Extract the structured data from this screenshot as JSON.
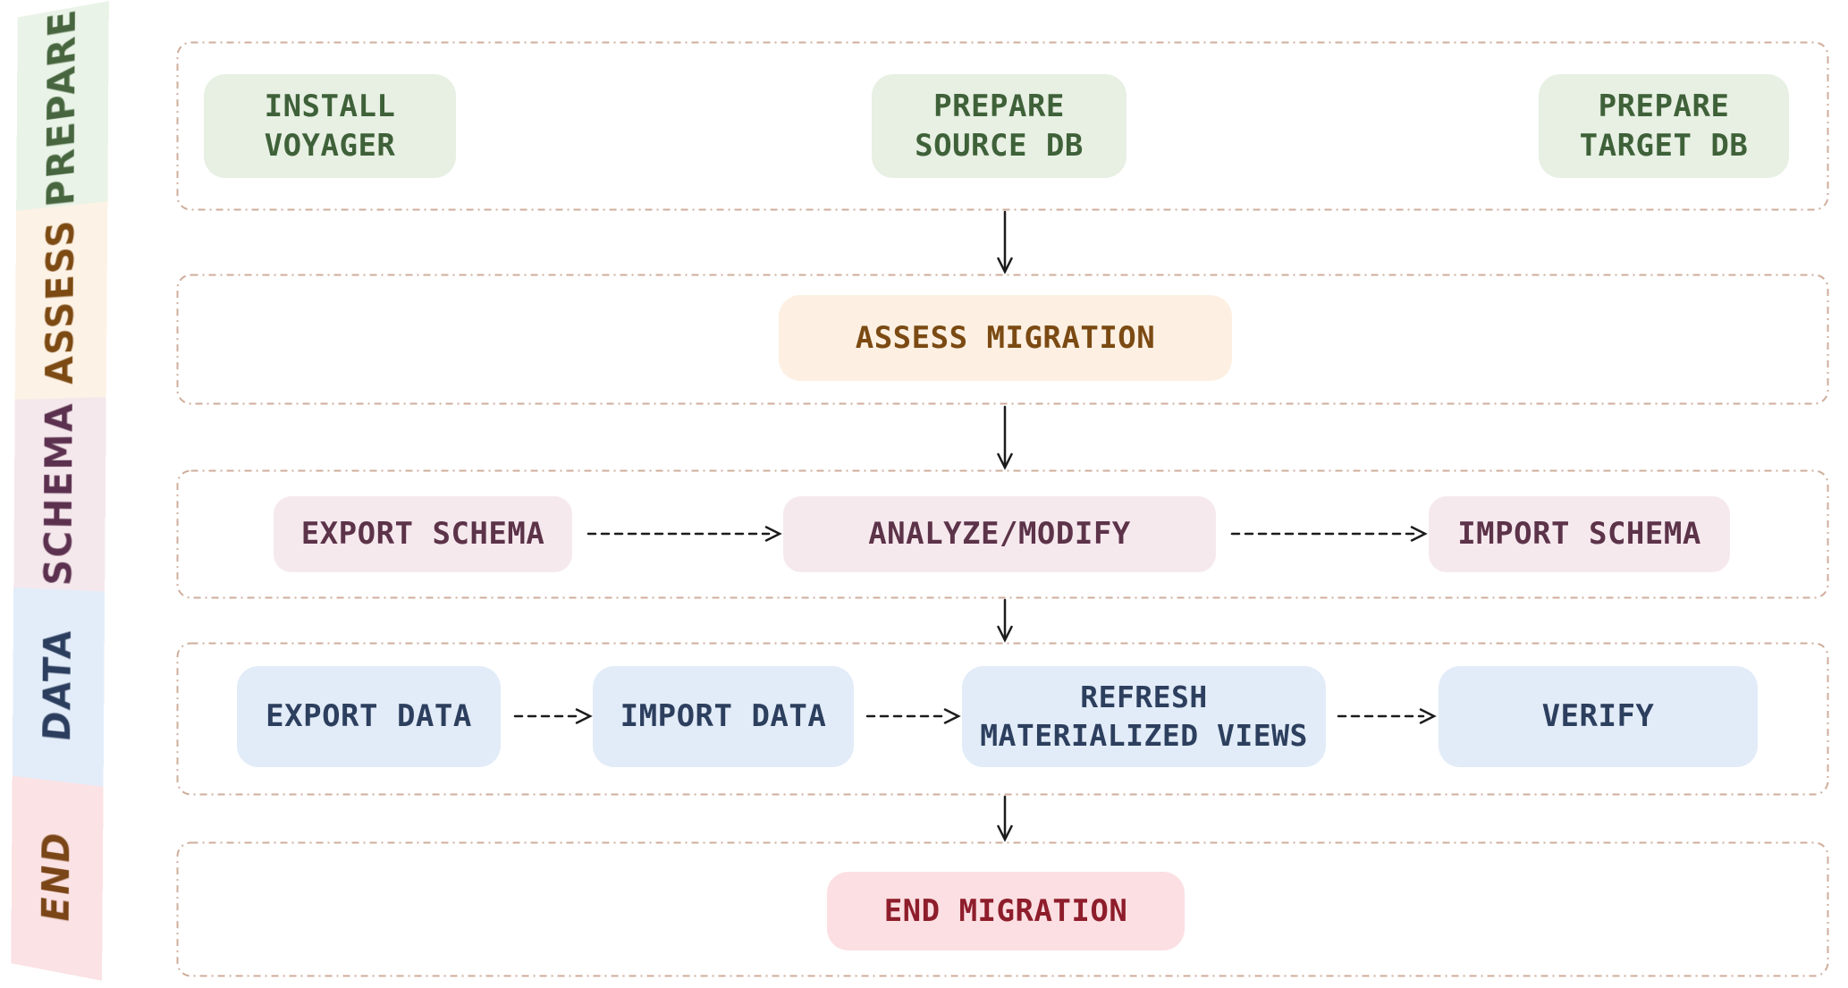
{
  "palette": {
    "canvas_bg": "#ffffff",
    "frame_border": "#cfae9c",
    "arrow": "#1b1b1b"
  },
  "sidebar": {
    "stages": [
      {
        "id": "prepare",
        "label": "PREPARE",
        "band_bg": "#eaf3e7",
        "text_color": "#47663f"
      },
      {
        "id": "assess",
        "label": "ASSESS",
        "band_bg": "#fdf2e6",
        "text_color": "#7c4a12"
      },
      {
        "id": "schema",
        "label": "SCHEMA",
        "band_bg": "#f5e8ec",
        "text_color": "#5c314f"
      },
      {
        "id": "data",
        "label": "DATA",
        "band_bg": "#e3edf9",
        "text_color": "#2c3e5e"
      },
      {
        "id": "end",
        "label": "END",
        "band_bg": "#fbe2e4",
        "text_color": "#7a4517"
      }
    ]
  },
  "rows": [
    {
      "stage": "PREPARE",
      "boxes": [
        {
          "id": "install-voyager",
          "label": "INSTALL\nVOYAGER",
          "bg": "#e7f0e3",
          "color": "#3f6139"
        },
        {
          "id": "prepare-source-db",
          "label": "PREPARE\nSOURCE DB",
          "bg": "#e7f0e3",
          "color": "#3f6139"
        },
        {
          "id": "prepare-target-db",
          "label": "PREPARE\nTARGET DB",
          "bg": "#e7f0e3",
          "color": "#3f6139"
        }
      ]
    },
    {
      "stage": "ASSESS",
      "boxes": [
        {
          "id": "assess-migration",
          "label": "ASSESS MIGRATION",
          "bg": "#fdf0e2",
          "color": "#7b4a13"
        }
      ]
    },
    {
      "stage": "SCHEMA",
      "boxes": [
        {
          "id": "export-schema",
          "label": "EXPORT SCHEMA",
          "bg": "#f6e9ee",
          "color": "#5c3349"
        },
        {
          "id": "analyze-modify",
          "label": "ANALYZE/MODIFY",
          "bg": "#f6e9ee",
          "color": "#5c3349"
        },
        {
          "id": "import-schema",
          "label": "IMPORT SCHEMA",
          "bg": "#f6e9ee",
          "color": "#5c3349"
        }
      ]
    },
    {
      "stage": "DATA",
      "boxes": [
        {
          "id": "export-data",
          "label": "EXPORT DATA",
          "bg": "#e2ecf8",
          "color": "#2d3f5e"
        },
        {
          "id": "import-data",
          "label": "IMPORT DATA",
          "bg": "#e2ecf8",
          "color": "#2d3f5e"
        },
        {
          "id": "refresh-materialized-views",
          "label": "REFRESH\nMATERIALIZED VIEWS",
          "bg": "#e2ecf8",
          "color": "#2d3f5e"
        },
        {
          "id": "verify",
          "label": "VERIFY",
          "bg": "#e2ecf8",
          "color": "#2d3f5e"
        }
      ]
    },
    {
      "stage": "END",
      "boxes": [
        {
          "id": "end-migration",
          "label": "END MIGRATION",
          "bg": "#fcdfe2",
          "color": "#8e1d2b"
        }
      ]
    }
  ],
  "connections": {
    "vertical": [
      {
        "from": "PREPARE row",
        "to": "ASSESS MIGRATION",
        "style": "solid"
      },
      {
        "from": "ASSESS MIGRATION",
        "to": "ANALYZE/MODIFY",
        "style": "solid"
      },
      {
        "from": "ANALYZE/MODIFY",
        "to": "DATA row",
        "style": "solid"
      },
      {
        "from": "DATA row",
        "to": "END MIGRATION",
        "style": "solid"
      }
    ],
    "horizontal": [
      {
        "from": "EXPORT SCHEMA",
        "to": "ANALYZE/MODIFY",
        "style": "dashed"
      },
      {
        "from": "ANALYZE/MODIFY",
        "to": "IMPORT SCHEMA",
        "style": "dashed"
      },
      {
        "from": "EXPORT DATA",
        "to": "IMPORT DATA",
        "style": "dashed"
      },
      {
        "from": "IMPORT DATA",
        "to": "REFRESH MATERIALIZED VIEWS",
        "style": "dashed"
      },
      {
        "from": "REFRESH MATERIALIZED VIEWS",
        "to": "VERIFY",
        "style": "dashed"
      }
    ]
  }
}
